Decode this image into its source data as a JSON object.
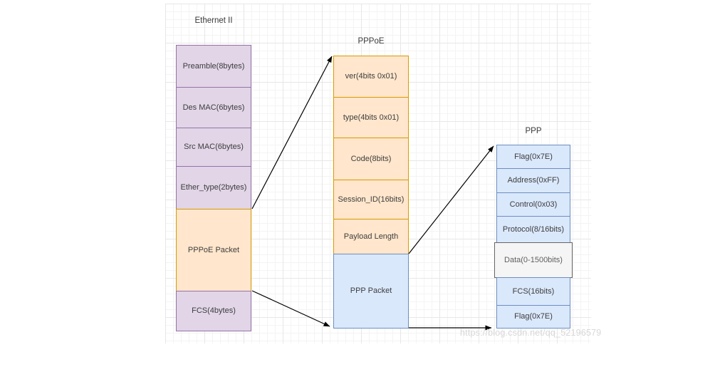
{
  "diagram": {
    "watermark": "https://blog.csdn.net/qq_52196579",
    "colors": {
      "purple_fill": "#e1d5e7",
      "purple_stroke": "#9673a6",
      "orange_fill": "#ffe6cc",
      "orange_stroke": "#d79b00",
      "blue_fill": "#dae8fc",
      "blue_stroke": "#6c8ebf",
      "grey_fill": "#f5f5f5",
      "grey_stroke": "#666666",
      "arrow": "#000000",
      "grid_minor": "#f4f4f4",
      "grid_major": "#e7e7e7"
    },
    "columns": {
      "ethernet": {
        "title": "Ethernet II",
        "segments": [
          {
            "label": "Preamble(8bytes)"
          },
          {
            "label": "Des MAC(6bytes)"
          },
          {
            "label": "Src MAC(6bytes)"
          },
          {
            "label": "Ether_type(2bytes)"
          },
          {
            "label": "PPPoE Packet"
          },
          {
            "label": "FCS(4bytes)"
          }
        ]
      },
      "pppoe": {
        "title": "PPPoE",
        "segments": [
          {
            "label": "ver(4bits 0x01)"
          },
          {
            "label": "type(4bits 0x01)"
          },
          {
            "label": "Code(8bits)"
          },
          {
            "label": "Session_ID(16bits)"
          },
          {
            "label": "Payload Length"
          },
          {
            "label": "PPP Packet"
          }
        ]
      },
      "ppp": {
        "title": "PPP",
        "segments": [
          {
            "label": "Flag(0x7E)"
          },
          {
            "label": "Address(0xFF)"
          },
          {
            "label": "Control(0x03)"
          },
          {
            "label": "Protocol(8/16bits)"
          },
          {
            "label": "Data(0-1500bits)"
          },
          {
            "label": "FCS(16bits)"
          },
          {
            "label": "Flag(0x7E)"
          }
        ]
      }
    },
    "arrows": [
      {
        "from": "ethernet PPPoE Packet (top-right)",
        "to": "PPPoE header (top-left)"
      },
      {
        "from": "ethernet PPPoE Packet (bottom-right)",
        "to": "PPP Packet (bottom-left)"
      },
      {
        "from": "PPPoE Payload Length / PPP Packet corner",
        "to": "PPP header (top-left)"
      },
      {
        "from": "PPP Packet (bottom-right)",
        "to": "PPP stack (bottom-left)"
      }
    ]
  }
}
